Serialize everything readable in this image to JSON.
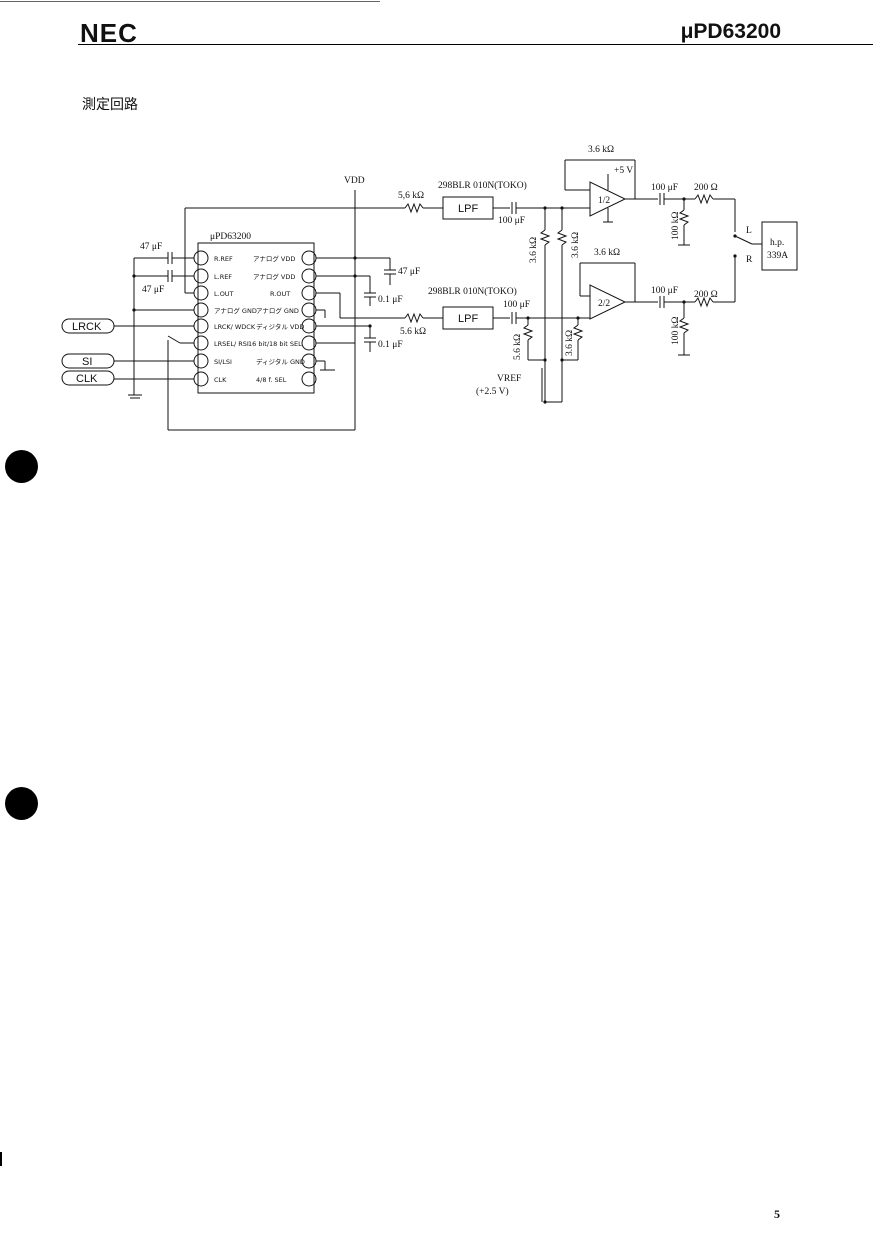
{
  "header": {
    "logo": "NEC",
    "part_number": "μPD63200",
    "page_number": "5"
  },
  "section": {
    "title": "測定回路"
  },
  "diagram": {
    "ic_name": "μPD63200",
    "ic_pins_left": [
      "R.REF",
      "L.REF",
      "L.OUT",
      "アナログ GND",
      "LRCK/ WDCK",
      "LRSEL/ RSI",
      "SI/LSI",
      "CLK"
    ],
    "ic_pins_right": [
      "アナログ VDD",
      "アナログ VDD",
      "R.OUT",
      "アナログ GND",
      "ディジタル VDD",
      "16 bit/18 bit SEL",
      "ディジタル GND",
      "4/8 f. SEL"
    ],
    "inputs": [
      "LRCK",
      "SI",
      "CLK"
    ],
    "vdd": "VDD",
    "vref": "VREF",
    "vref_value": "(+2.5 V)",
    "filter_part_top": "298BLR 010N(TOKO)",
    "filter_part_bottom": "298BLR 010N(TOKO)",
    "lpf": "LPF",
    "cap_47uF": "47 μF",
    "cap_100uF": "100 μF",
    "cap_01uF": "0.1 μF",
    "res_5k6": "5.6 kΩ",
    "res_5k6_alt": "5,6 kΩ",
    "res_3k6": "3.6 kΩ",
    "res_100k": "100 kΩ",
    "res_200": "200 Ω",
    "supply": "+5 V",
    "opamp_top": "1/2",
    "opamp_bottom": "2/2",
    "switch_L": "L",
    "switch_R": "R",
    "instrument_line1": "h.p.",
    "instrument_line2": "339A"
  }
}
